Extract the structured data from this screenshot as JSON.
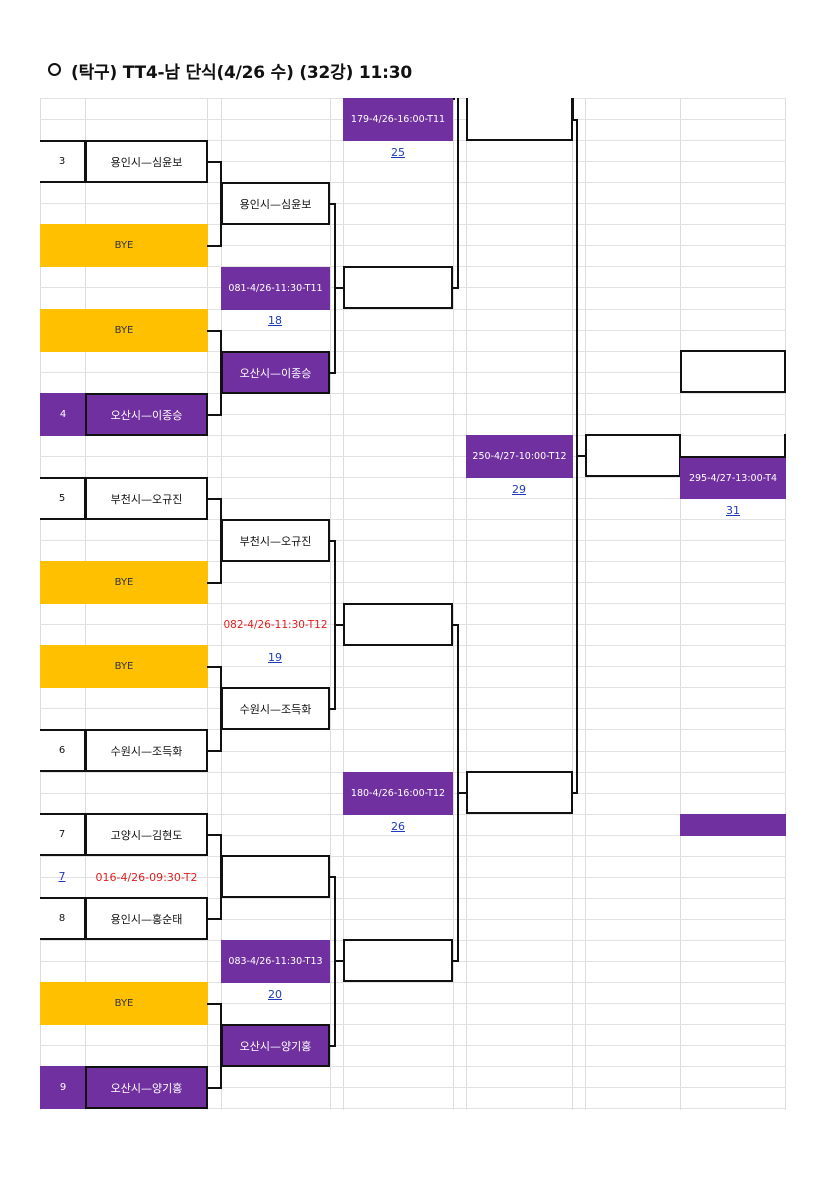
{
  "header": {
    "title": "(탁구) TT4-남 단식(4/26 수) (32강) 11:30"
  },
  "bracket": {
    "seeds": [
      {
        "no": "3",
        "name": "용인시—심윤보"
      },
      {
        "no": "",
        "name": "BYE"
      },
      {
        "no": "",
        "name": "BYE"
      },
      {
        "no": "4",
        "name": "오산시—이종승"
      },
      {
        "no": "5",
        "name": "부천시—오규진"
      },
      {
        "no": "",
        "name": "BYE"
      },
      {
        "no": "",
        "name": "BYE"
      },
      {
        "no": "6",
        "name": "수원시—조득화"
      },
      {
        "no": "7",
        "name": "고양시—김현도"
      },
      {
        "no": "8",
        "name": "용인시—홍순태"
      },
      {
        "no": "",
        "name": "BYE"
      },
      {
        "no": "9",
        "name": "오산시—양기홍"
      }
    ],
    "prelim": {
      "link": "7",
      "code": "016-4/26-09:30-T2"
    },
    "round2": [
      {
        "name": "용인시—심윤보"
      },
      {
        "name": "오산시—이종승"
      },
      {
        "name": "부천시—오규진"
      },
      {
        "name": "수원시—조득화"
      },
      {
        "name": ""
      },
      {
        "name": "오산시—양기홍"
      }
    ],
    "round2_matches": [
      {
        "code": "081-4/26-11:30-T11",
        "link": "18"
      },
      {
        "code": "082-4/26-11:30-T12",
        "link": "19"
      },
      {
        "code": "083-4/26-11:30-T13",
        "link": "20"
      }
    ],
    "round3_matches": [
      {
        "code": "179-4/26-16:00-T11",
        "link": "25"
      },
      {
        "code": "180-4/26-16:00-T12",
        "link": "26"
      }
    ],
    "round4_match": {
      "code": "250-4/27-10:00-T12",
      "link": "29"
    },
    "round5_match": {
      "code": "295-4/27-13:00-T4",
      "link": "31"
    }
  },
  "colors": {
    "bye": "#ffc000",
    "winner": "#7030a0",
    "scheduled_red": "#e02020",
    "link": "#1f3bbd"
  }
}
